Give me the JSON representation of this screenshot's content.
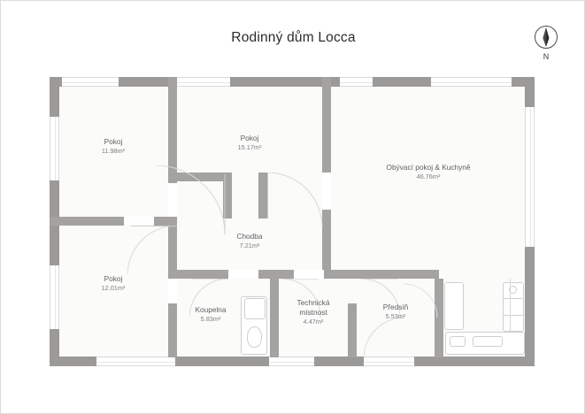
{
  "title": "Rodinný dům Locca",
  "compass": {
    "label": "N",
    "icon": "compass-north-icon"
  },
  "colors": {
    "wall": "#9c9a98",
    "wall_inner": "#a5a3a1",
    "room_fill": "#fbfbfa",
    "window": "#ffffff",
    "label_text": "#5f5f5f",
    "title_text": "#2b2b2b",
    "background": "#ffffff",
    "border": "#dcdcdc"
  },
  "rooms": [
    {
      "key": "pokoj_nw",
      "name": "Pokoj",
      "area": "11.98m²"
    },
    {
      "key": "pokoj_n",
      "name": "Pokoj",
      "area": "15.17m²"
    },
    {
      "key": "obyvaci",
      "name": "Obývací pokoj & Kuchyně",
      "area": "46.76m²"
    },
    {
      "key": "chodba",
      "name": "Chodba",
      "area": "7.21m²"
    },
    {
      "key": "pokoj_sw",
      "name": "Pokoj",
      "area": "12.01m²"
    },
    {
      "key": "koupelna",
      "name": "Koupelna",
      "area": "5.83m²"
    },
    {
      "key": "technicka",
      "name": "Technická místnost",
      "area": "4.47m²"
    },
    {
      "key": "predsin",
      "name": "Předsíň",
      "area": "5.53m²"
    }
  ],
  "room_labels": {
    "pokoj_nw": {
      "name": "Pokoj",
      "area": "11.98m²"
    },
    "pokoj_n": {
      "name": "Pokoj",
      "area": "15.17m²"
    },
    "obyvaci": {
      "name": "Obývací pokoj & Kuchyně",
      "area": "46.76m²"
    },
    "chodba": {
      "name": "Chodba",
      "area": "7.21m²"
    },
    "pokoj_sw": {
      "name": "Pokoj",
      "area": "12.01m²"
    },
    "koupelna": {
      "name": "Koupelna",
      "area": "5.83m²"
    },
    "technicka_l1": "Technická",
    "technicka_l2": "místnost",
    "technicka_area": "4.47m²",
    "predsin": {
      "name": "Předsíň",
      "area": "5.53m²"
    }
  },
  "fixtures": [
    "wc-toilet-icon",
    "shower-tray-icon",
    "kitchen-counter-icon",
    "kitchen-sink-icon",
    "kitchen-cabinet-icon",
    "wardrobe-icon"
  ],
  "features": {
    "windows_count": 9,
    "doors_count": 8
  }
}
